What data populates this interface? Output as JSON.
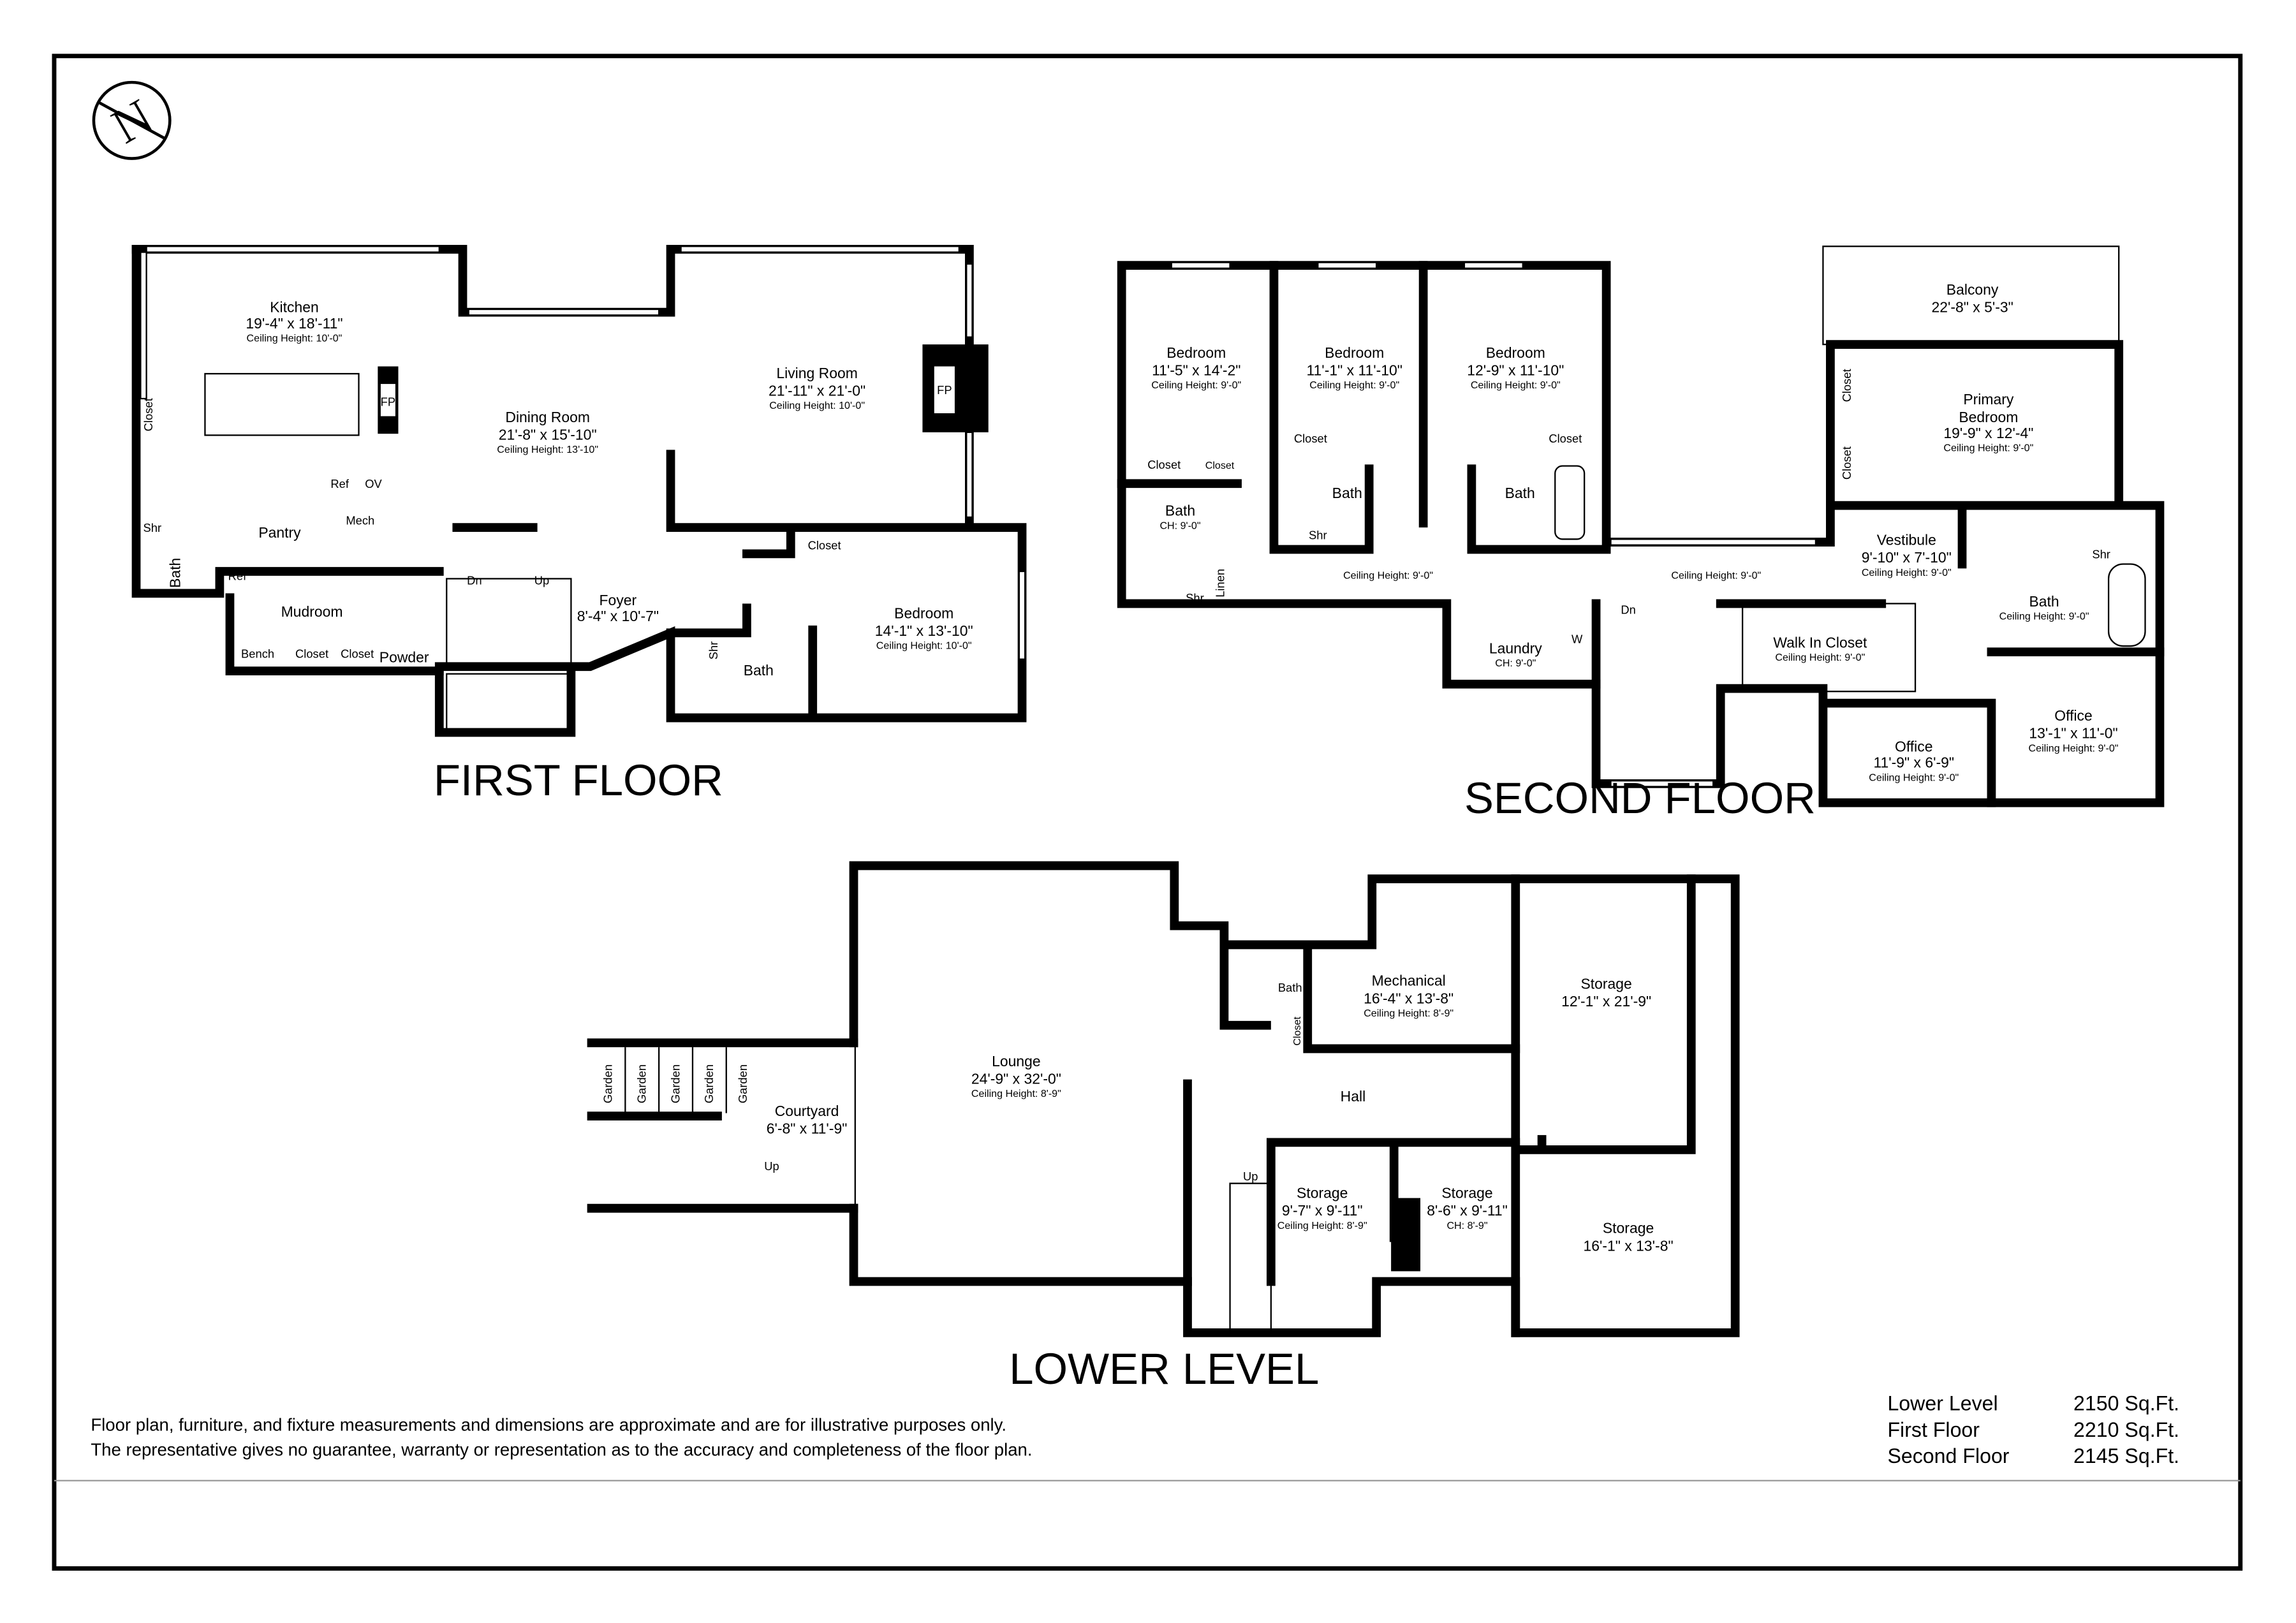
{
  "compass": {
    "letter": "N",
    "icon": "north-arrow-icon"
  },
  "first_floor": {
    "title": "FIRST FLOOR",
    "kitchen": {
      "name": "Kitchen",
      "dims": "19'-4\" x 18'-11\"",
      "ceiling": "Ceiling Height: 10'-0\""
    },
    "dining": {
      "name": "Dining Room",
      "dims": "21'-8\" x 15'-10\"",
      "ceiling": "Ceiling Height: 13'-10\""
    },
    "living": {
      "name": "Living Room",
      "dims": "21'-11\" x 21'-0\"",
      "ceiling": "Ceiling Height: 10'-0\""
    },
    "bedroom": {
      "name": "Bedroom",
      "dims": "14'-1\" x 13'-10\"",
      "ceiling": "Ceiling Height: 10'-0\""
    },
    "foyer": {
      "name": "Foyer",
      "dims": "8'-4\" x 10'-7\""
    },
    "labels": {
      "fp1": "FP",
      "fp2": "FP",
      "closet_kitchen": "Closet",
      "ref1": "Ref",
      "ov": "OV",
      "mech": "Mech",
      "pantry": "Pantry",
      "ref2": "Ref",
      "shr1": "Shr",
      "bath1": "Bath",
      "mudroom": "Mudroom",
      "bench": "Bench",
      "closet1": "Closet",
      "closet2": "Closet",
      "powder": "Powder",
      "dn": "Dn",
      "up": "Up",
      "closet_bed": "Closet",
      "shr2": "Shr",
      "bath2": "Bath"
    }
  },
  "second_floor": {
    "title": "SECOND FLOOR",
    "bed1": {
      "name": "Bedroom",
      "dims": "11'-5\" x 14'-2\"",
      "ceiling": "Ceiling Height: 9'-0\""
    },
    "bed2": {
      "name": "Bedroom",
      "dims": "11'-1\" x 11'-10\"",
      "ceiling": "Ceiling Height: 9'-0\""
    },
    "bed3": {
      "name": "Bedroom",
      "dims": "12'-9\" x 11'-10\"",
      "ceiling": "Ceiling Height: 9'-0\""
    },
    "balcony": {
      "name": "Balcony",
      "dims": "22'-8\" x 5'-3\""
    },
    "primary": {
      "name1": "Primary",
      "name2": "Bedroom",
      "dims": "19'-9\" x 12'-4\"",
      "ceiling": "Ceiling Height: 9'-0\""
    },
    "vestibule": {
      "name": "Vestibule",
      "dims": "9'-10\" x 7'-10\"",
      "ceiling": "Ceiling Height: 9'-0\""
    },
    "bath_primary": {
      "name": "Bath",
      "ceiling": "Ceiling Height: 9'-0\""
    },
    "office1": {
      "name": "Office",
      "dims": "11'-9\" x 6'-9\"",
      "ceiling": "Ceiling Height: 9'-0\""
    },
    "office2": {
      "name": "Office",
      "dims": "13'-1\" x 11'-0\"",
      "ceiling": "Ceiling Height: 9'-0\""
    },
    "walkin": {
      "name": "Walk In Closet",
      "ceiling": "Ceiling Height: 9'-0\""
    },
    "laundry": {
      "name": "Laundry",
      "ceiling": "CH: 9'-0\""
    },
    "hall1_ceiling": "Ceiling Height: 9'-0\"",
    "hall2_ceiling": "Ceiling Height: 9'-0\"",
    "bath1": {
      "name": "Bath",
      "ceiling": "CH: 9'-0\""
    },
    "labels": {
      "closet1": "Closet",
      "closet1b": "Closet",
      "closet2": "Closet",
      "closet3": "Closet",
      "bath2": "Bath",
      "bath3": "Bath",
      "shr1": "Shr",
      "shr2": "Shr",
      "shr3": "Shr",
      "linen": "Linen",
      "w": "W",
      "dn": "Dn",
      "closet_p1": "Closet",
      "closet_p2": "Closet"
    }
  },
  "lower_level": {
    "title": "LOWER LEVEL",
    "lounge": {
      "name": "Lounge",
      "dims": "24'-9\" x 32'-0\"",
      "ceiling": "Ceiling Height: 8'-9\""
    },
    "courtyard": {
      "name": "Courtyard",
      "dims": "6'-8\" x 11'-9\""
    },
    "mechanical": {
      "name": "Mechanical",
      "dims": "16'-4\" x 13'-8\"",
      "ceiling": "Ceiling Height: 8'-9\""
    },
    "storage1": {
      "name": "Storage",
      "dims": "12'-1\" x 21'-9\""
    },
    "storage2": {
      "name": "Storage",
      "dims": "16'-1\" x 13'-8\""
    },
    "storage3": {
      "name": "Storage",
      "dims": "9'-7\" x 9'-11\"",
      "ceiling": "Ceiling Height: 8'-9\""
    },
    "storage4": {
      "name": "Storage",
      "dims": "8'-6\" x 9'-11\"",
      "ceiling": "CH: 8'-9\""
    },
    "labels": {
      "bath": "Bath",
      "closet": "Closet",
      "hall": "Hall",
      "up1": "Up",
      "up2": "Up",
      "gardens": [
        "Garden",
        "Garden",
        "Garden",
        "Garden",
        "Garden"
      ]
    }
  },
  "disclaimer": {
    "line1": "Floor plan, furniture, and fixture measurements and dimensions are approximate and are for illustrative purposes only.",
    "line2": "The representative gives no guarantee, warranty or representation as to the accuracy and completeness of the floor plan."
  },
  "areas": [
    {
      "level": "Lower Level",
      "sqft": "2150 Sq.Ft."
    },
    {
      "level": "First Floor",
      "sqft": "2210 Sq.Ft."
    },
    {
      "level": "Second Floor",
      "sqft": "2145 Sq.Ft."
    }
  ]
}
